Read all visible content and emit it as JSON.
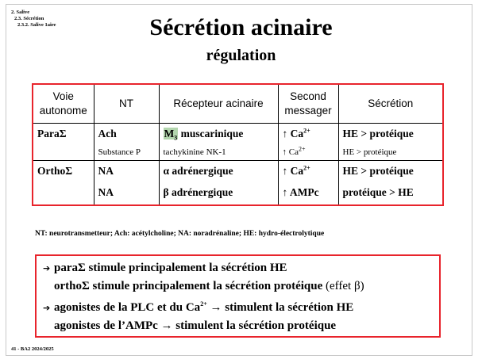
{
  "breadcrumb": [
    "2. Salive",
    "2.3. Sécrétion",
    "2.3.2. Salive 1aire"
  ],
  "title": "Sécrétion acinaire",
  "subtitle": "régulation",
  "table": {
    "headers": {
      "voie_1": "Voie",
      "voie_2": "autonome",
      "nt": "NT",
      "recepteur": "Récepteur acinaire",
      "second_1": "Second",
      "second_2": "messager",
      "secretion": "Sécrétion"
    },
    "para_label": "ParaΣ",
    "ortho_label": "OrthoΣ",
    "para_main": {
      "nt": "Ach",
      "rec_m": "M",
      "rec_sub": "3",
      "rec_rest": " muscarinique",
      "second": "↑ Ca",
      "second_sup": "2+",
      "secretion": "HE > protéique"
    },
    "para_sub": {
      "nt": "Substance P",
      "rec": "tachykinine NK-1",
      "second": "↑ Ca",
      "second_sup": "2+",
      "secretion": "HE > protéique"
    },
    "ortho_1": {
      "nt": "NA",
      "rec": "α adrénergique",
      "second": "↑ Ca",
      "second_sup": "2+",
      "secretion": "HE > protéique"
    },
    "ortho_2": {
      "nt": "NA",
      "rec": "β adrénergique",
      "second": "↑ AMPc",
      "secretion": "protéique > HE"
    }
  },
  "footnote": "NT: neurotransmetteur; Ach: acétylcholine; NA: noradrénaline; HE: hydro-électrolytique",
  "summary": {
    "l1": "paraΣ stimule principalement la sécrétion HE",
    "l2_main": "orthoΣ stimule principalement la sécrétion protéique",
    "l2_note": "(effet β)",
    "l3_a": "agonistes de la PLC et du Ca",
    "l3_sup": "2+",
    "l3_b": "→ stimulent la sécrétion HE",
    "l4": "agonistes de l’AMPc → stimulent la sécrétion protéique"
  },
  "footer": "41 - BA2 2024/2025",
  "colors": {
    "accent_red": "#e8242c",
    "highlight_green": "#b3d6ae",
    "frame_gray": "#c8c8c8"
  },
  "icons": {
    "bullet": "right-arrow-icon"
  }
}
